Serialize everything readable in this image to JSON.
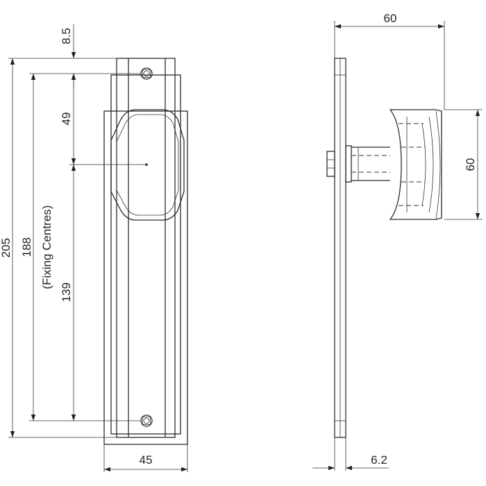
{
  "front_view": {
    "dimensions": {
      "top_offset": "8.5",
      "knob_offset": "49",
      "lower_span": "139",
      "overall_height": "205",
      "fixing_centres": "188",
      "fixing_note": "(Fixing Centres)",
      "width": "45"
    }
  },
  "side_view": {
    "dimensions": {
      "projection": "60",
      "knob_height": "60",
      "plate_thickness": "6.2"
    }
  }
}
